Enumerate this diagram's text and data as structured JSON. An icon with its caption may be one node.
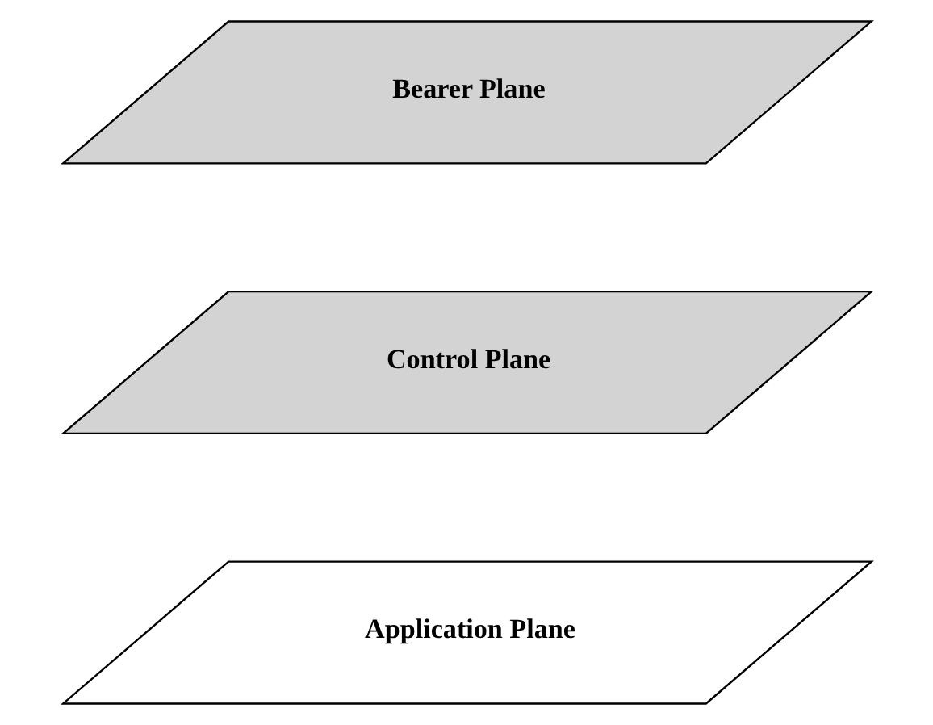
{
  "diagram": {
    "nodes": [
      {
        "text": [
          "Application Plane"
        ]
      },
      {
        "text": [
          "Control Plane"
        ]
      },
      {
        "text": [
          "Bearer Plane"
        ]
      }
    ]
  }
}
